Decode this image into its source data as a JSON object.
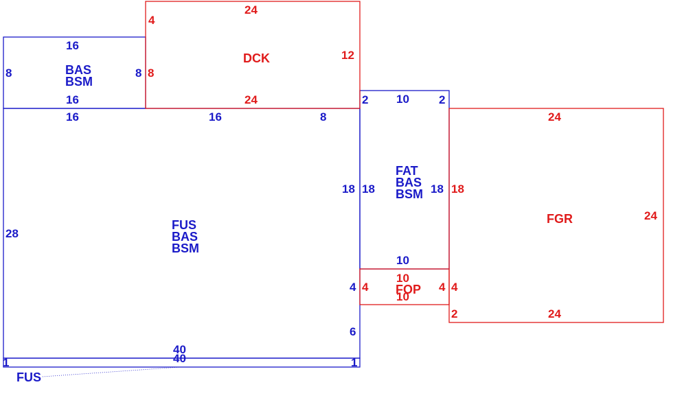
{
  "colors": {
    "blue": "#1a1ac8",
    "red": "#e01b1b",
    "background": "#ffffff"
  },
  "areas": {
    "bas_small": {
      "line1": "BAS",
      "line2": "BSM"
    },
    "dck": {
      "label": "DCK"
    },
    "fus_main": {
      "line1": "FUS",
      "line2": "BAS",
      "line3": "BSM"
    },
    "fat": {
      "line1": "FAT",
      "line2": "BAS",
      "line3": "BSM"
    },
    "fgr": {
      "label": "FGR"
    },
    "fop": {
      "label": "FOP"
    },
    "fus_strip": {
      "label": "FUS"
    }
  },
  "dims": {
    "bas_top": "16",
    "bas_left": "8",
    "bas_right": "8",
    "bas_bottom": "16",
    "dck_top": "24",
    "dck_left_top": "4",
    "dck_left": "8",
    "dck_right": "12",
    "dck_bottom": "24",
    "fus_top_1": "16",
    "fus_top_2": "16",
    "fus_top_3": "8",
    "fus_left": "28",
    "fus_right_upper": "18",
    "fus_right_mid": "4",
    "fus_right_lower": "6",
    "fus_bottom_1": "40",
    "fus_bottom_2": "40",
    "strip_left": "1",
    "strip_right": "1",
    "fat_top_left": "2",
    "fat_top": "10",
    "fat_top_right": "2",
    "fat_left": "18",
    "fat_right": "18",
    "fat_bottom": "10",
    "fop_top": "10",
    "fop_bottom": "10",
    "fop_left": "4",
    "fop_right": "4",
    "fgr_left_18": "18",
    "fgr_left_4": "4",
    "fgr_left_2": "2",
    "fgr_top": "24",
    "fgr_right": "24",
    "fgr_bottom": "24"
  }
}
